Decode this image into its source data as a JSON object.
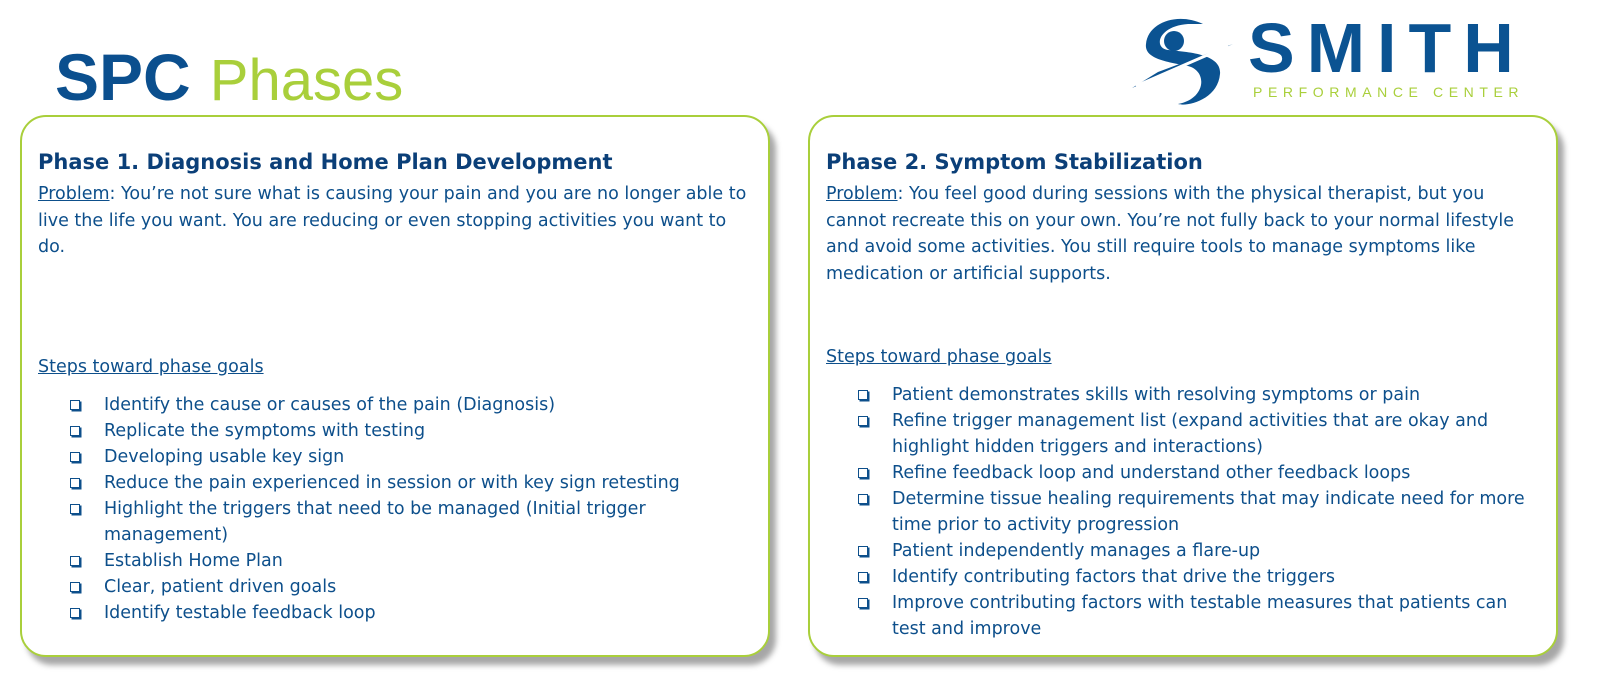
{
  "title": {
    "bold": "SPC",
    "light": "Phases"
  },
  "logo": {
    "name": "SMITH",
    "tagline": "PERFORMANCE CENTER"
  },
  "colors": {
    "blue": "#0b4f8e",
    "green": "#a9cf3b"
  },
  "phases": [
    {
      "heading": "Phase 1. Diagnosis and  Home Plan Development",
      "problem_label": "Problem",
      "problem_text": ": You’re not sure what is causing your pain and you are no longer able to live the life you want. You are reducing or even stopping activities you want to do.",
      "steps_label": "Steps toward phase goals",
      "steps": [
        "Identify the cause or causes of the pain (Diagnosis)",
        "Replicate the symptoms with testing",
        "Developing usable key sign",
        "Reduce the pain experienced in session or with key sign retesting",
        "Highlight the triggers that need to be managed  (Initial trigger management)",
        "Establish Home Plan",
        "Clear, patient driven goals",
        "Identify testable feedback loop"
      ]
    },
    {
      "heading": "Phase 2. Symptom Stabilization",
      "problem_label": "Problem",
      "problem_text": ": You feel good during sessions with the physical therapist, but you cannot recreate this on your own. You’re not fully back to your normal lifestyle and avoid some activities. You still require tools to manage symptoms like medication or artificial supports.",
      "steps_label": "Steps toward phase goals",
      "steps": [
        "Patient demonstrates skills with resolving symptoms or pain",
        "Refine trigger management list (expand activities that are okay and highlight hidden triggers and interactions)",
        "Refine feedback loop and understand other feedback loops",
        "Determine tissue healing requirements that may indicate need for more time prior to activity progression",
        "Patient independently manages a flare-up",
        "Identify contributing factors that drive the triggers",
        "Improve contributing factors with testable measures that patients can test and improve"
      ]
    }
  ]
}
